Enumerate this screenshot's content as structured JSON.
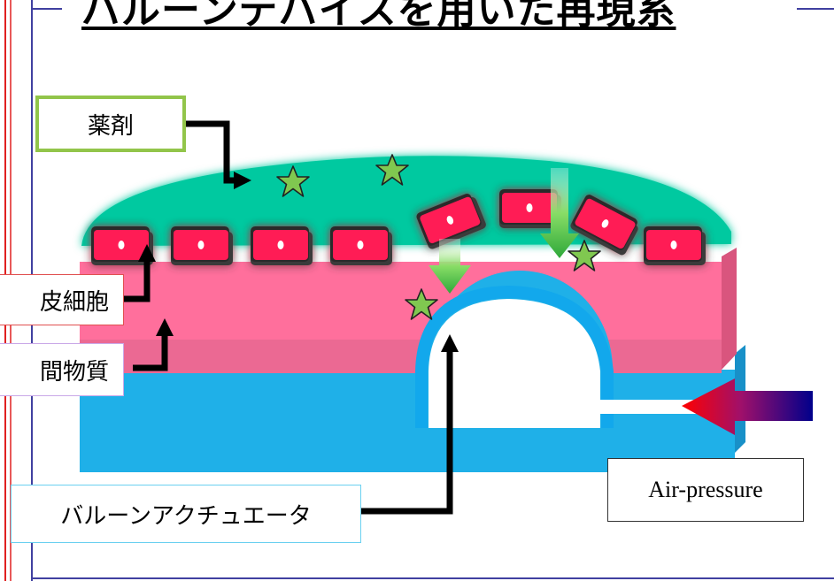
{
  "title": "バルーンデバイスを用いた再現系",
  "labels": {
    "drug": "薬剤",
    "epithelial_cell": "皮細胞",
    "extracellular_matrix": "間物質",
    "balloon_actuator": "バルーンアクチュエータ",
    "air_pressure": "Air-pressure"
  },
  "colors": {
    "drug_layer": "#00c9a0",
    "cell_tissue": "#ff6f9c",
    "cell_body": "#ff1a55",
    "substrate": "#1fb0e8",
    "balloon_membrane": "#12a8ec",
    "drug_star": "#80c850",
    "flow_arrow": "#3cb44b",
    "drug_label_border": "#92c54a",
    "air_arrow_start": "#ff0000",
    "air_arrow_end": "#00008b"
  },
  "icons": {
    "star": "star-icon",
    "arrow": "arrow-icon"
  }
}
